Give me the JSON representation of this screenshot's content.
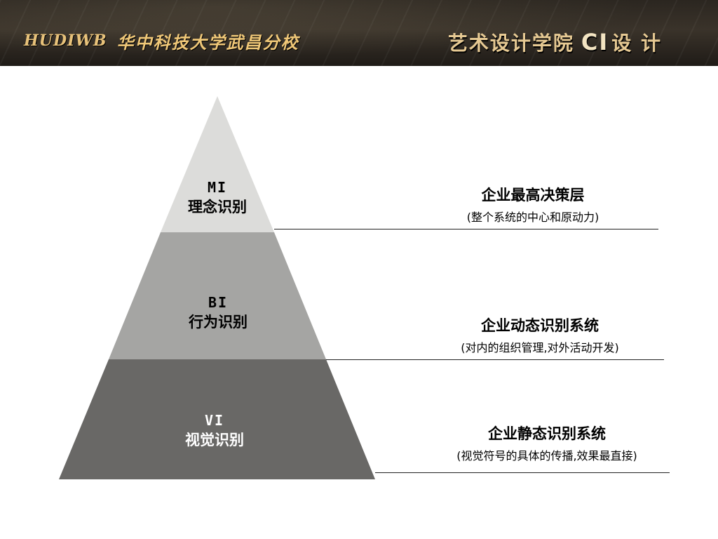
{
  "header": {
    "logo_mark": "HUDIWB",
    "logo_name": "华中科技大学武昌分校",
    "title_prefix": "艺术设计学院",
    "title_ci": "CI",
    "title_suffix": "设 计"
  },
  "colors": {
    "tier_top": "#dcdcda",
    "tier_middle": "#a5a5a3",
    "tier_bottom": "#696866"
  },
  "tiers": [
    {
      "code": "MI",
      "name": "理念识别",
      "heading": "企业最高决策层",
      "detail": "(整个系统的中心和原动力)"
    },
    {
      "code": "BI",
      "name": "行为识别",
      "heading": "企业动态识别系统",
      "detail": "(对内的组织管理,对外活动开发)"
    },
    {
      "code": "VI",
      "name": "视觉识别",
      "heading": "企业静态识别系统",
      "detail": "(视觉符号的具体的传播,效果最直接)"
    }
  ]
}
